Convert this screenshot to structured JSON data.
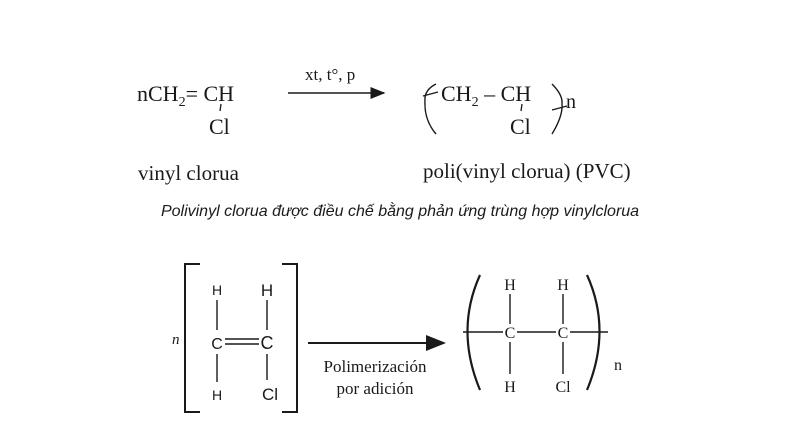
{
  "reaction1": {
    "reactant_prefix": "nCH",
    "reactant_sub": "2",
    "reactant_suffix": "= CH",
    "reactant_substituent": "Cl",
    "conditions": "xt, t°, p",
    "product_main": "CH",
    "product_sub": "2",
    "product_tail": " – CH",
    "product_substituent": "Cl",
    "product_n": "n",
    "reactant_name": "vinyl clorua",
    "product_name": "poli(vinyl clorua) (PVC)"
  },
  "caption": "Polivinyl clorua được điều chế bằng phản ứng trùng hợp vinylclorua",
  "reaction2": {
    "coefficient": "n",
    "monomer": {
      "h1": "H",
      "h2": "H",
      "c1": "C",
      "c2": "C",
      "h3": "H",
      "cl": "Cl"
    },
    "arrow_label_line1": "Polimerización",
    "arrow_label_line2": "por adición",
    "polymer": {
      "h1": "H",
      "h2": "H",
      "c1": "C",
      "c2": "C",
      "h3": "H",
      "cl": "Cl",
      "n": "n"
    }
  }
}
